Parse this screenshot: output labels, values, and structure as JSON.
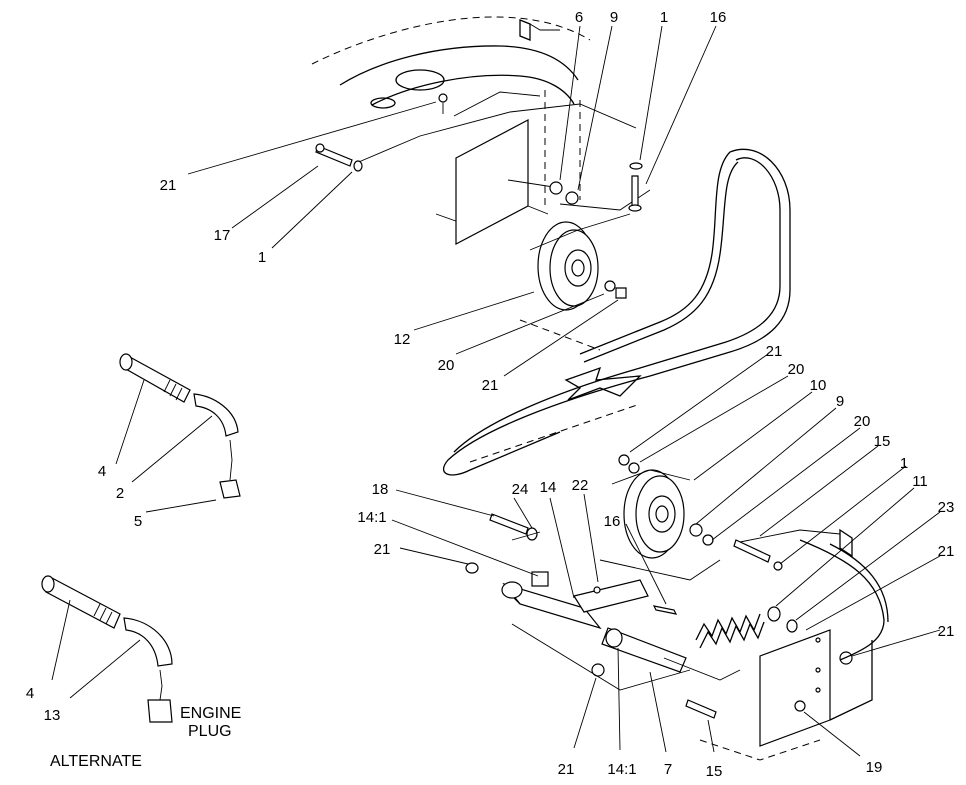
{
  "callouts": [
    {
      "id": "c6",
      "text": "6"
    },
    {
      "id": "c9a",
      "text": "9"
    },
    {
      "id": "c1a",
      "text": "1"
    },
    {
      "id": "c16a",
      "text": "16"
    },
    {
      "id": "c21a",
      "text": "21"
    },
    {
      "id": "c17",
      "text": "17"
    },
    {
      "id": "c1b",
      "text": "1"
    },
    {
      "id": "c12",
      "text": "12"
    },
    {
      "id": "c20a",
      "text": "20"
    },
    {
      "id": "c21b",
      "text": "21"
    },
    {
      "id": "c4a",
      "text": "4"
    },
    {
      "id": "c2",
      "text": "2"
    },
    {
      "id": "c5",
      "text": "5"
    },
    {
      "id": "c21c",
      "text": "21"
    },
    {
      "id": "c20b",
      "text": "20"
    },
    {
      "id": "c10",
      "text": "10"
    },
    {
      "id": "c9b",
      "text": "9"
    },
    {
      "id": "c20c",
      "text": "20"
    },
    {
      "id": "c15a",
      "text": "15"
    },
    {
      "id": "c1c",
      "text": "1"
    },
    {
      "id": "c11",
      "text": "11"
    },
    {
      "id": "c23",
      "text": "23"
    },
    {
      "id": "c21d",
      "text": "21"
    },
    {
      "id": "c21e",
      "text": "21"
    },
    {
      "id": "c18",
      "text": "18"
    },
    {
      "id": "c24",
      "text": "24"
    },
    {
      "id": "c14",
      "text": "14"
    },
    {
      "id": "c22",
      "text": "22"
    },
    {
      "id": "c141a",
      "text": "14:1"
    },
    {
      "id": "c21f",
      "text": "21"
    },
    {
      "id": "c16b",
      "text": "16"
    },
    {
      "id": "c4b",
      "text": "4"
    },
    {
      "id": "c13",
      "text": "13"
    },
    {
      "id": "c21g",
      "text": "21"
    },
    {
      "id": "c141b",
      "text": "14:1"
    },
    {
      "id": "c7",
      "text": "7"
    },
    {
      "id": "c15b",
      "text": "15"
    },
    {
      "id": "c19",
      "text": "19"
    }
  ],
  "engine_plug_line1": "ENGINE",
  "engine_plug_line2": "PLUG",
  "alternate_label": "ALTERNATE"
}
